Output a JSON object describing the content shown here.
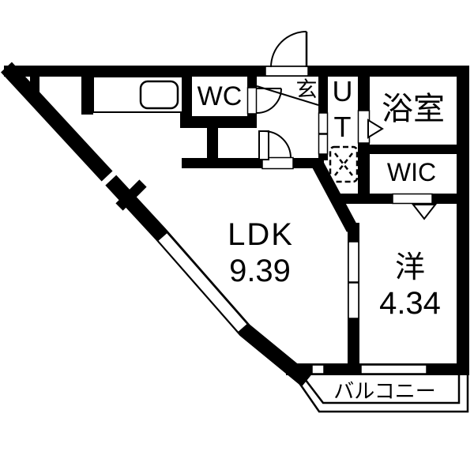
{
  "title": "floor-plan",
  "rooms": {
    "wc": {
      "label": "WC"
    },
    "entrance": {
      "label": "玄"
    },
    "ut": {
      "label": "UT"
    },
    "bathroom": {
      "label": "浴室"
    },
    "wic": {
      "label": "WIC"
    },
    "ldk": {
      "label": "LDK",
      "area": "9.39"
    },
    "western": {
      "label": "洋",
      "area": "4.34"
    },
    "balcony": {
      "label": "バルコニー"
    }
  },
  "colors": {
    "wall": "#000000",
    "floor": "#ffffff",
    "line": "#000000",
    "text": "#000000"
  }
}
